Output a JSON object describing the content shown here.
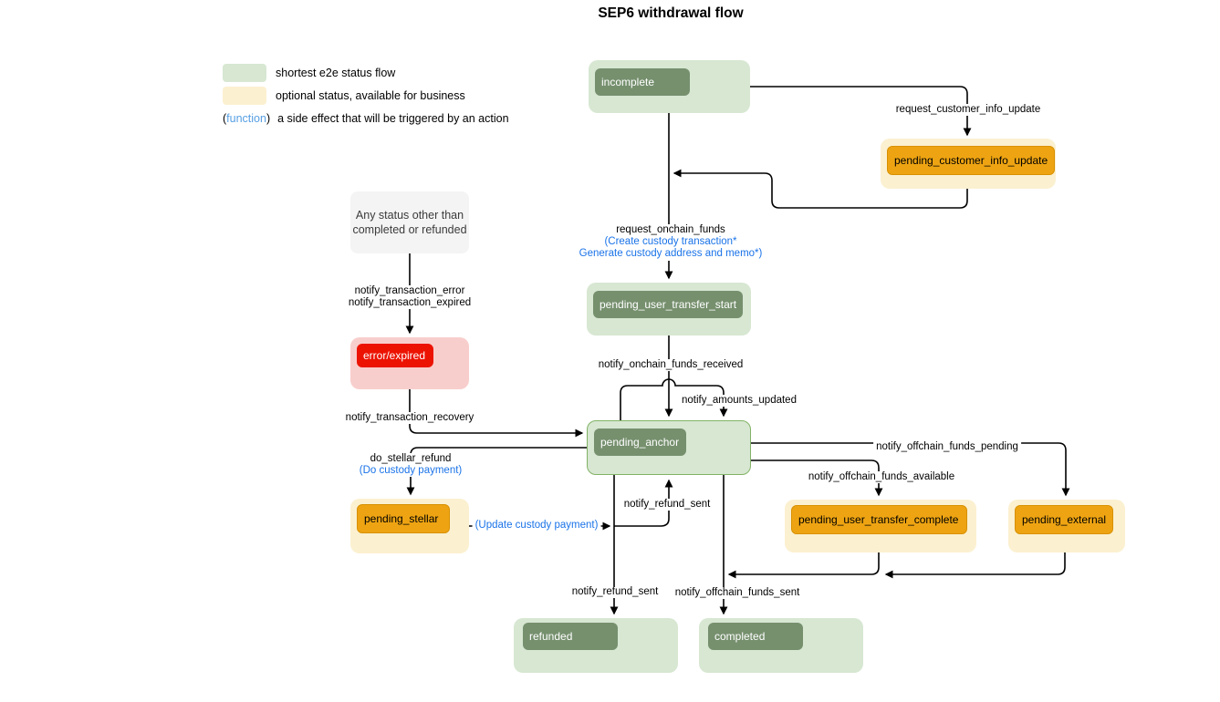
{
  "title": "SEP6 withdrawal flow",
  "legend": {
    "items": [
      {
        "swatch": "green",
        "label": "shortest e2e status flow"
      },
      {
        "swatch": "yellow",
        "label": "optional status, available for business"
      }
    ],
    "function_open": "(",
    "function_word": "function",
    "function_close": ")",
    "function_label": "a side effect that will be triggered by an action"
  },
  "nodes": {
    "incomplete": {
      "label": "incomplete"
    },
    "pending_customer_info_update": {
      "label": "pending_customer_info_update"
    },
    "any_status": {
      "line1": "Any status other than",
      "line2": "completed or refunded"
    },
    "error_expired": {
      "label": "error/expired"
    },
    "pending_user_transfer_start": {
      "label": "pending_user_transfer_start"
    },
    "pending_anchor": {
      "label": "pending_anchor"
    },
    "pending_stellar": {
      "label": "pending_stellar"
    },
    "pending_user_transfer_complete": {
      "label": "pending_user_transfer_complete"
    },
    "pending_external": {
      "label": "pending_external"
    },
    "refunded": {
      "label": "refunded"
    },
    "completed": {
      "label": "completed"
    }
  },
  "edges": {
    "request_customer_info_update": "request_customer_info_update",
    "request_onchain_funds": "request_onchain_funds",
    "request_onchain_funds_fn1": "(Create custody transaction*",
    "request_onchain_funds_fn2": "Generate custody address and memo*)",
    "notify_transaction_error": "notify_transaction_error",
    "notify_transaction_expired": "notify_transaction_expired",
    "notify_onchain_funds_received": "notify_onchain_funds_received",
    "notify_amounts_updated": "notify_amounts_updated",
    "notify_transaction_recovery": "notify_transaction_recovery",
    "do_stellar_refund": "do_stellar_refund",
    "do_stellar_refund_fn": "(Do custody payment)",
    "update_custody_payment_fn": "(Update custody payment)",
    "notify_refund_sent_to_anchor": "notify_refund_sent",
    "notify_offchain_funds_pending": "notify_offchain_funds_pending",
    "notify_offchain_funds_available": "notify_offchain_funds_available",
    "notify_refund_sent_to_refunded": "notify_refund_sent",
    "notify_offchain_funds_sent": "notify_offchain_funds_sent"
  },
  "colors": {
    "green_light": "#d7e7d2",
    "green_dark": "#76906e",
    "green_stroke": "#82b366",
    "yellow_light": "#fbf0d0",
    "orange": "#eea412",
    "orange_stroke": "#d89000",
    "pink_light": "#f8cecc",
    "red": "#ec1302",
    "gray_light": "#f4f4f4",
    "blue_function": "#1a73e8",
    "blue_legend": "#58a0e3",
    "edge": "#000000"
  }
}
